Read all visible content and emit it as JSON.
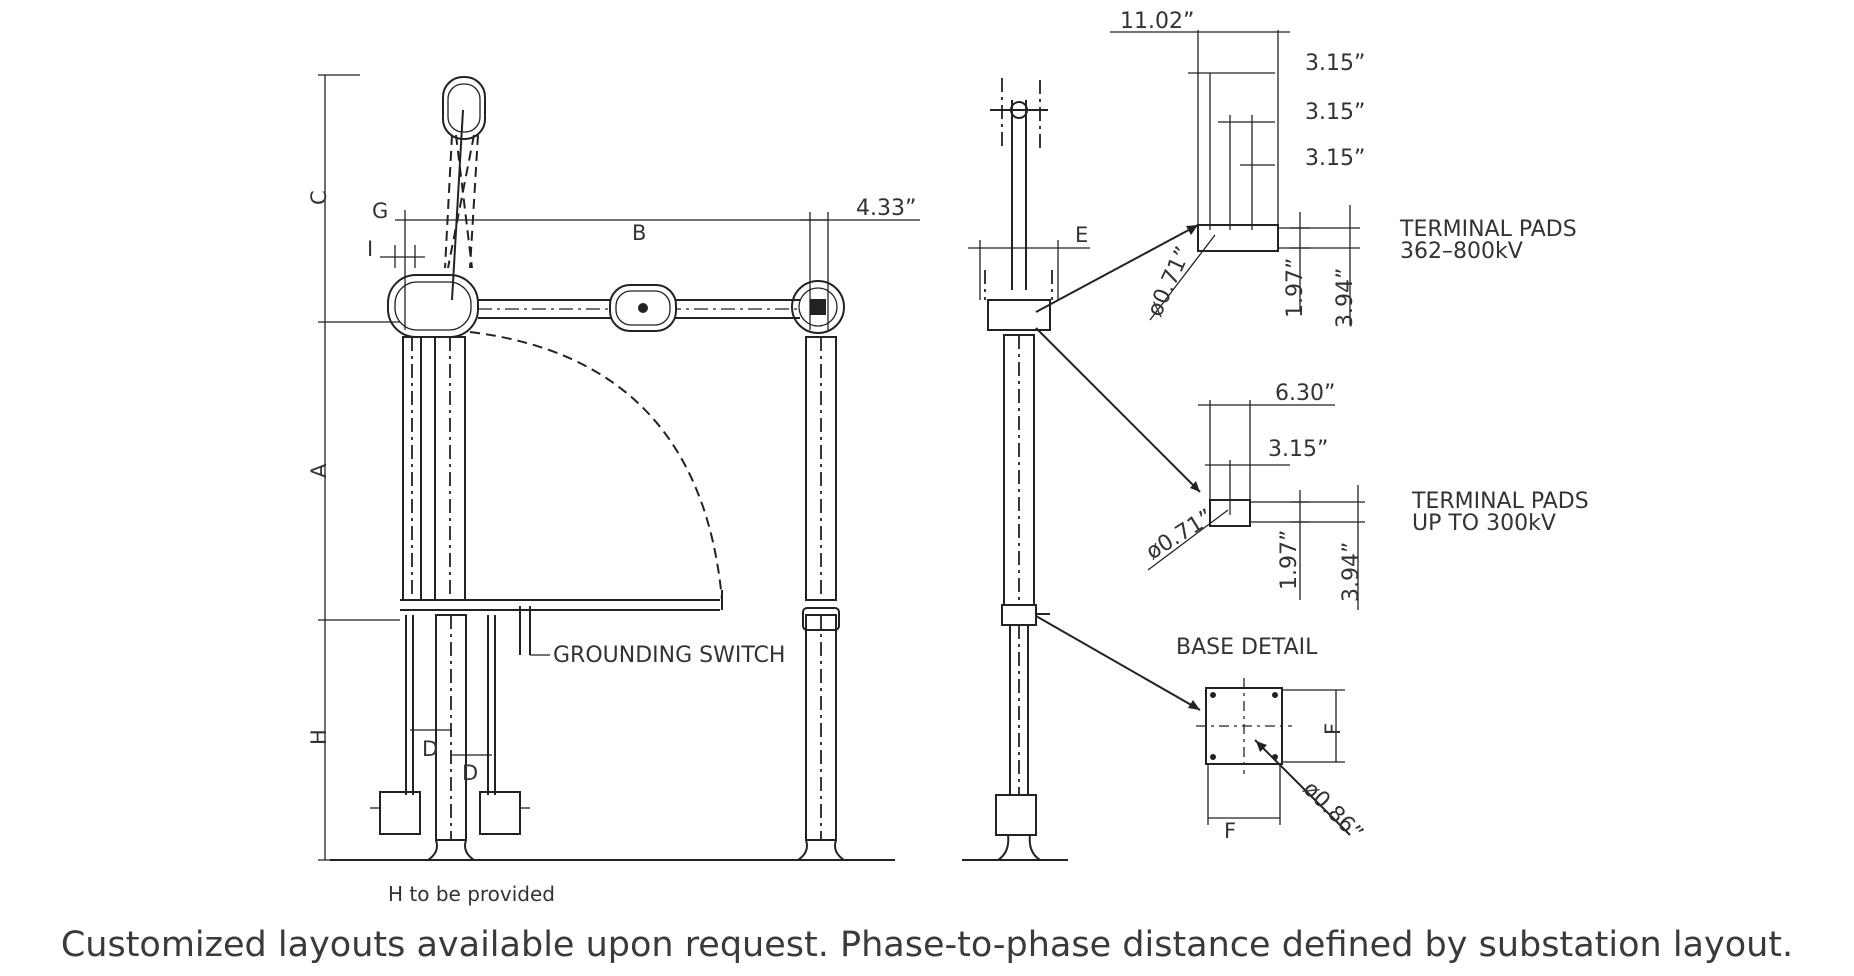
{
  "dimensions": {
    "d_11_02": "11.02”",
    "d_3_15_a": "3.15”",
    "d_3_15_b": "3.15”",
    "d_3_15_c": "3.15”",
    "d_4_33": "4.33”",
    "d_6_30": "6.30”",
    "d_3_15_d": "3.15”",
    "dia_071_a": "ø0.71”",
    "dia_071_b": "ø0.71”",
    "d_197_a": "1.97”",
    "d_394_a": "3.94”",
    "d_197_b": "1.97”",
    "d_394_b": "3.94”",
    "dia_086": "ø0.86”"
  },
  "letters": {
    "A": "A",
    "B": "B",
    "C": "C",
    "D1": "D",
    "D2": "D",
    "E": "E",
    "F1": "F",
    "F2": "F",
    "G": "G",
    "H": "H",
    "I": "I"
  },
  "labels": {
    "terminal_pads_high_1": "TERMINAL PADS",
    "terminal_pads_high_2": "362–800kV",
    "terminal_pads_low_1": "TERMINAL PADS",
    "terminal_pads_low_2": "UP TO 300kV",
    "base_detail": "BASE DETAIL",
    "grounding_switch": "GROUNDING SWITCH"
  },
  "captions": {
    "note": "H to be provided",
    "main": "Customized layouts available upon request. Phase-to-phase distance defined by substation layout."
  }
}
